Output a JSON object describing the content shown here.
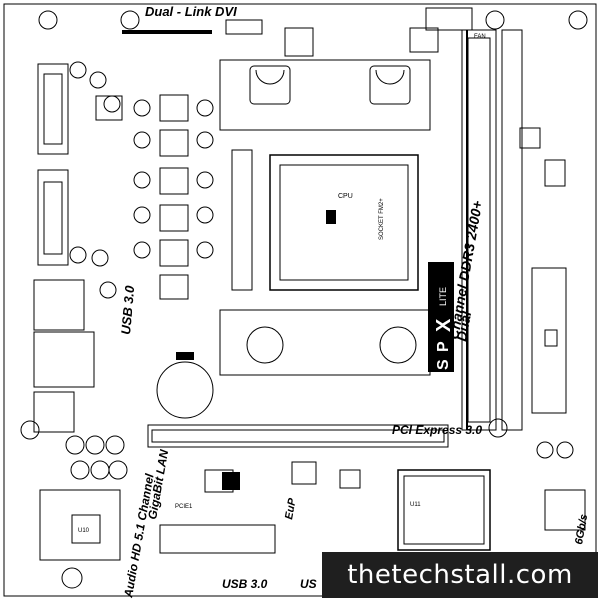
{
  "labels": {
    "dvi": "Dual - Link DVI",
    "ddr3": "Channel DDR3 2400+",
    "dual": "Dual",
    "usb3_left": "USB 3.0",
    "audio": "Audio HD 5.1 Channel",
    "lan": "GigaBit LAN",
    "pci": "PCI Express 3.0",
    "usb3_bottom": "USB 3.0",
    "usb3_bottom_cut": "US",
    "sata": "6Gb/s",
    "socket": "SOCKET FM2+",
    "brand_s": "S",
    "brand_p": "P",
    "brand_x": "X",
    "brand_lite": "LITE",
    "fan": "FAN",
    "pcie1": "PCIE1",
    "u10": "U10",
    "u11": "U11",
    "cpu_label": "CPU",
    "eup": "EuP"
  },
  "watermark": "thetechstall.com",
  "colors": {
    "ink": "#000000",
    "board": "#ffffff",
    "watermark_bg": "#1f1f1f",
    "watermark_text": "#ffffff"
  }
}
